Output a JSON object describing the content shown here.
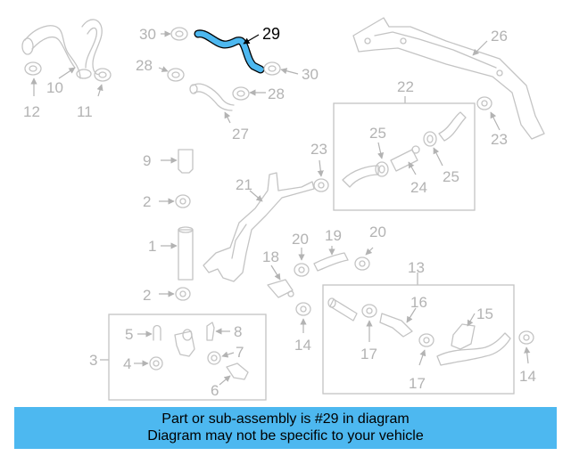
{
  "diagram": {
    "highlight": {
      "number": "29",
      "color": "#4db8f0"
    },
    "callouts": [
      "1",
      "2",
      "2",
      "3",
      "4",
      "5",
      "6",
      "7",
      "8",
      "9",
      "10",
      "11",
      "12",
      "13",
      "14",
      "14",
      "15",
      "16",
      "17",
      "17",
      "18",
      "19",
      "20",
      "20",
      "21",
      "22",
      "23",
      "23",
      "24",
      "25",
      "25",
      "26",
      "27",
      "28",
      "28",
      "30",
      "30"
    ]
  },
  "caption": {
    "line1": "Part or sub-assembly is #29 in diagram",
    "line2": "Diagram may not be specific to your vehicle",
    "background": "#4db8f0"
  }
}
